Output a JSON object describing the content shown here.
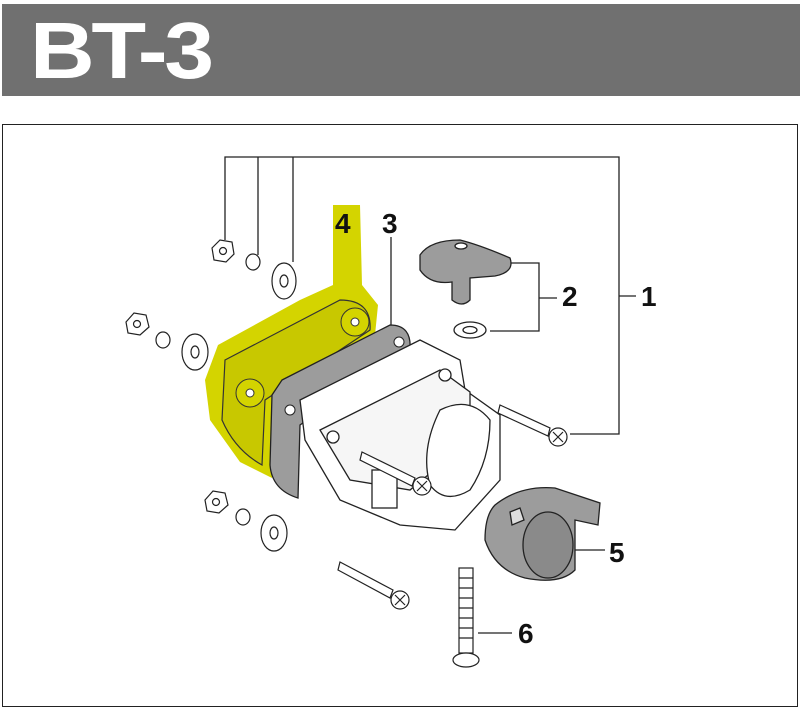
{
  "header": {
    "title": "BT-3"
  },
  "diagram": {
    "callouts": [
      {
        "id": "1",
        "label": "1"
      },
      {
        "id": "2",
        "label": "2"
      },
      {
        "id": "3",
        "label": "3"
      },
      {
        "id": "4",
        "label": "4"
      },
      {
        "id": "5",
        "label": "5"
      },
      {
        "id": "6",
        "label": "6"
      }
    ],
    "highlight_color": "#d4d400",
    "header_color": "#707070"
  }
}
